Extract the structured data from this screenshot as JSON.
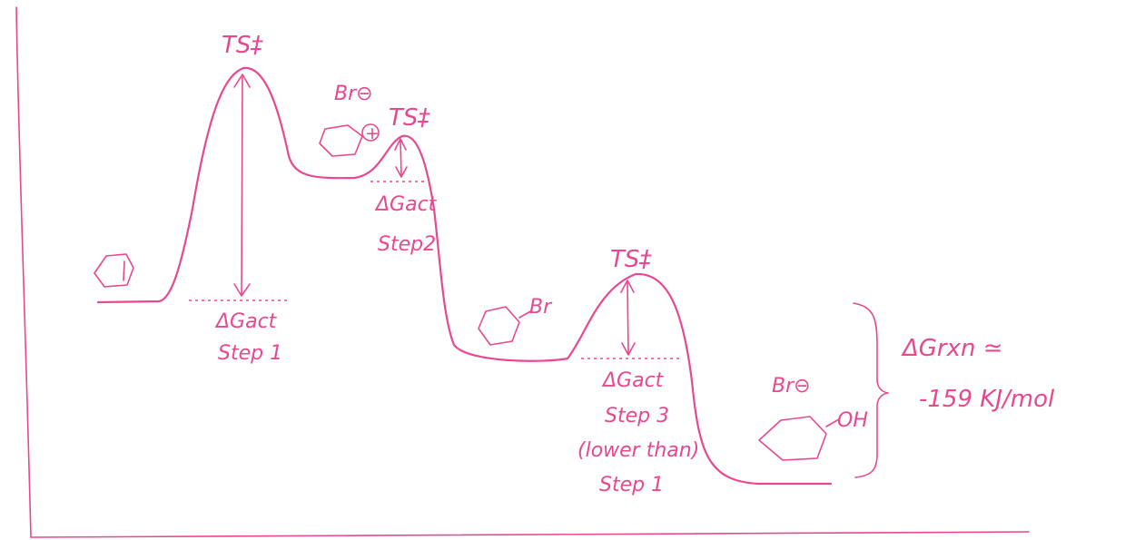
{
  "colors": {
    "ink": "#e8488f",
    "background": "#ffffff"
  },
  "labels": {
    "ts1": "TS‡",
    "ts2": "TS‡",
    "ts3": "TS‡",
    "br_anion_top": "Br⊖",
    "plus_charge": "+",
    "dg_step1_line1": "ΔGact",
    "dg_step1_line2": "Step 1",
    "dg_step2_line1": "ΔGact",
    "dg_step2_line2": "Step2",
    "br_substituent": "Br",
    "dg_step3_line1": "ΔGact",
    "dg_step3_line2": "Step 3",
    "dg_step3_line3": "(lower than)",
    "dg_step3_line4": "Step 1",
    "br_anion_product": "Br⊖",
    "oh_substituent": "OH",
    "dg_rxn_line1": "ΔGrxn ≃",
    "dg_rxn_line2": "-159 KJ/mol"
  },
  "icons": [
    "cyclohexene-structure",
    "cyclohexyl-cation-structure",
    "bromocyclohexane-structure",
    "cyclohexanol-structure"
  ]
}
